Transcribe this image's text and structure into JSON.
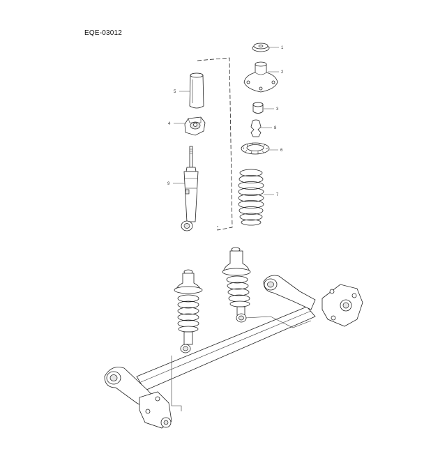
{
  "diagram_code": "EQE-03012",
  "callouts": [
    {
      "id": "c1",
      "label": "1",
      "part": "upper mount cap"
    },
    {
      "id": "c2",
      "label": "2",
      "part": "upper strut mount"
    },
    {
      "id": "c3",
      "label": "3",
      "part": "bushing"
    },
    {
      "id": "c8",
      "label": "8",
      "part": "bump stop"
    },
    {
      "id": "c6",
      "label": "6",
      "part": "spring seat insulator"
    },
    {
      "id": "c7",
      "label": "7",
      "part": "coil spring"
    },
    {
      "id": "c5",
      "label": "5",
      "part": "dust boot"
    },
    {
      "id": "c4",
      "label": "4",
      "part": "mount bracket"
    },
    {
      "id": "c9",
      "label": "9",
      "part": "shock absorber"
    }
  ]
}
